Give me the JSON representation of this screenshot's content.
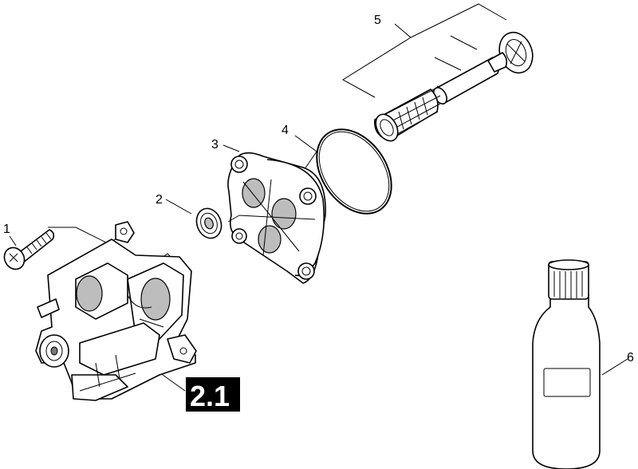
{
  "callouts": {
    "c1": "1",
    "c2": "2",
    "c3": "3",
    "c4": "4",
    "c5": "5",
    "c6": "6"
  },
  "badge": "2.1",
  "colors": {
    "line": "#000000",
    "background": "#ffffff",
    "shade": "#bdbdbd",
    "badge_bg": "#000000",
    "badge_text": "#ffffff"
  }
}
